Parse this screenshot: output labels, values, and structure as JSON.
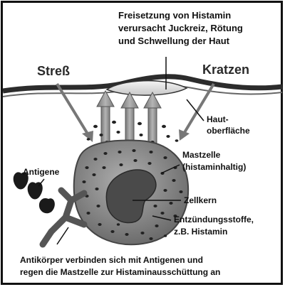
{
  "labels": {
    "top_line1": "Freisetzung von Histamin",
    "top_line2": "verursacht Juckreiz, Rötung",
    "top_line3": "und Schwellung der Haut",
    "stress": "Streß",
    "kratzen": "Kratzen",
    "haut_line1": "Haut-",
    "haut_line2": "oberfläche",
    "mastzelle_line1": "Mastzelle",
    "mastzelle_line2": "(histaminhaltig)",
    "antigene": "Antigene",
    "zellkern": "Zellkern",
    "entz_line1": "Entzündungsstoffe,",
    "entz_line2": "z.B. Histamin",
    "bottom_line1": "Antikörper verbinden sich mit Antigenen und",
    "bottom_line2": "regen die Mastzelle zur Histaminausschüttung an"
  },
  "colors": {
    "frame": "#111111",
    "cell_fill": "#8a8a8a",
    "nucleus_fill": "#4a4a4a",
    "skin_band": "#2c2c2c",
    "arrow_fill": "#9a9a9a",
    "granule": "#222222"
  }
}
